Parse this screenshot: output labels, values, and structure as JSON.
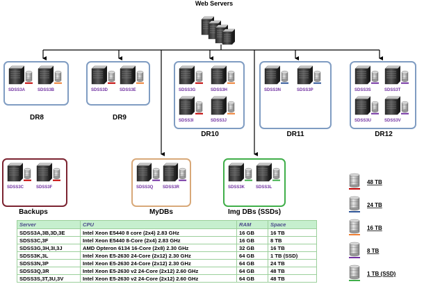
{
  "title": "Web Servers",
  "groups": [
    {
      "id": "dr8",
      "label": "DR8",
      "color": "#7f9cc2",
      "servers": [
        "SDSS3A",
        "SDSS3B"
      ],
      "stripes": [
        "#c00000",
        "#ed7d31"
      ]
    },
    {
      "id": "dr9",
      "label": "DR9",
      "color": "#7f9cc2",
      "servers": [
        "SDSS3D",
        "SDSS3E"
      ],
      "stripes": [
        "#c00000",
        "#ed7d31"
      ]
    },
    {
      "id": "dr10",
      "label": "DR10",
      "color": "#7f9cc2",
      "servers": [
        "SDSS3G",
        "SDSS3H",
        "SDSS3I",
        "SDSS3J"
      ],
      "stripes": [
        "#c00000",
        "#ed7d31",
        "#c00000",
        "#ed7d31"
      ]
    },
    {
      "id": "dr11",
      "label": "DR11",
      "color": "#7f9cc2",
      "servers": [
        "SDSS3N",
        "SDSS3P"
      ],
      "stripes": [
        "#2f5597",
        "#2f5597"
      ]
    },
    {
      "id": "dr12",
      "label": "DR12",
      "color": "#7f9cc2",
      "servers": [
        "SDSS3S",
        "SDSS3T",
        "SDSS3U",
        "SDSS3V"
      ],
      "stripes": [
        "#7030a0",
        "#7030a0",
        "#7030a0",
        "#7030a0"
      ]
    },
    {
      "id": "backups",
      "label": "Backups",
      "color": "#7b2330",
      "servers": [
        "SDSS3C",
        "SDSS3F"
      ],
      "stripes": [
        "#c00000",
        "#c00000"
      ]
    },
    {
      "id": "mydbs",
      "label": "MyDBs",
      "color": "#d8a878",
      "servers": [
        "SDSS3Q",
        "SDSS3R"
      ],
      "stripes": [
        "#7030a0",
        "#7030a0"
      ]
    },
    {
      "id": "imgdbs",
      "label": "Img DBs (SSDs)",
      "color": "#3fae49",
      "servers": [
        "SDSS3K",
        "SDSS3L"
      ],
      "stripes": [
        "#3fae49",
        "#3fae49"
      ]
    }
  ],
  "legend": [
    {
      "label": "48 TB",
      "color": "#c00000"
    },
    {
      "label": "24 TB",
      "color": "#2f5597"
    },
    {
      "label": "16 TB",
      "color": "#ed7d31"
    },
    {
      "label": "8 TB",
      "color": "#7030a0"
    },
    {
      "label": "1 TB (SSD)",
      "color": "#3fae49"
    }
  ],
  "table": {
    "headers": [
      "Server",
      "CPU",
      "RAM",
      "Space"
    ],
    "rows": [
      [
        "SDSS3A,3B,3D,3E",
        "Intel Xeon E5440 8 core (2x4) 2.83 GHz",
        "16 GB",
        "16 TB"
      ],
      [
        "SDSS3C,3F",
        "Intel Xeon E5440 8-Core (2x4) 2.83 GHz",
        "16 GB",
        "8 TB"
      ],
      [
        "SDSS3G,3H,3I,3J",
        "AMD Opteron 6134 16-Core (2x8) 2.30 GHz",
        "32 GB",
        "16 TB"
      ],
      [
        "SDSS3K,3L",
        "Intel Xeon E5-2630 24-Core (2x12) 2.30 GHz",
        "64 GB",
        "1 TB (SSD)"
      ],
      [
        "SDSS3N,3P",
        "Intel Xeon E5-2630 24-Core (2x12) 2.30 GHz",
        "64 GB",
        "24 TB"
      ],
      [
        "SDSS3Q,3R",
        "Intel Xeon E5-2630 v2 24-Core (2x12) 2.60 GHz",
        "64 GB",
        "48 TB"
      ],
      [
        "SDSS3S,3T,3U,3V",
        "Intel Xeon E5-2630 v2 24-Core (2x12) 2.60 GHz",
        "64 GB",
        "48 TB"
      ]
    ]
  }
}
